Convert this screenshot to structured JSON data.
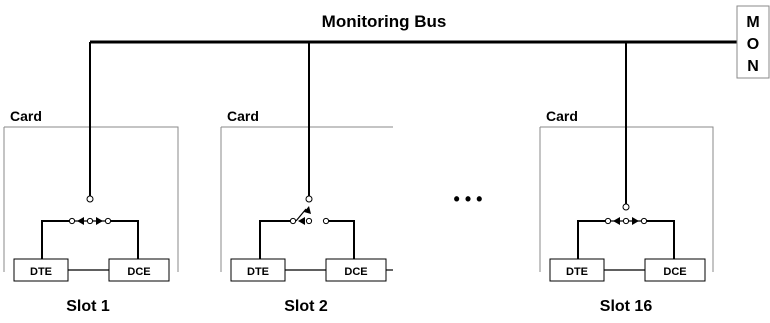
{
  "diagram": {
    "bus_label": "Monitoring Bus",
    "monitor_letters": [
      "M",
      "O",
      "N"
    ],
    "ellipsis": "• • •",
    "cards": [
      {
        "card_label": "Card",
        "dte_label": "DTE",
        "dce_label": "DCE",
        "slot_label": "Slot 1",
        "switch_state": "monitor-both"
      },
      {
        "card_label": "Card",
        "dte_label": "DTE",
        "dce_label": "DCE",
        "slot_label": "Slot 2",
        "switch_state": "monitor-dte"
      },
      {
        "card_label": "Card",
        "dte_label": "DTE",
        "dce_label": "DCE",
        "slot_label": "Slot 16",
        "switch_state": "monitor-both"
      }
    ]
  }
}
